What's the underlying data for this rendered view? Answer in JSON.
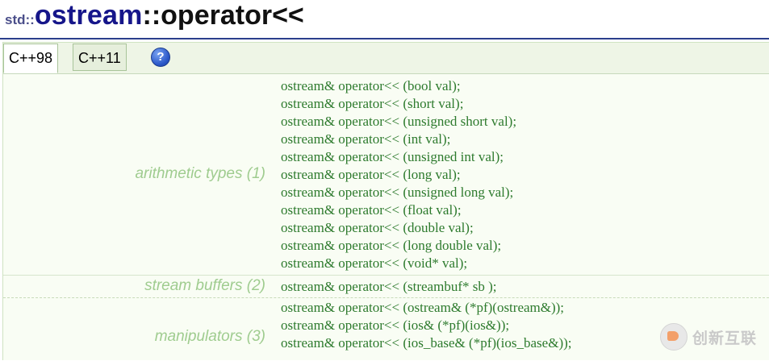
{
  "title": {
    "namespace": "std::",
    "class_name": "ostream",
    "member": "::operator<<"
  },
  "tabs": [
    {
      "label": "C++98",
      "active": true
    },
    {
      "label": "C++11",
      "active": false
    }
  ],
  "help_icon": {
    "glyph": "?",
    "icon": "help-icon"
  },
  "groups": [
    {
      "label": "arithmetic types (1)",
      "lines": [
        "ostream& operator<< (bool val);",
        "ostream& operator<< (short val);",
        "ostream& operator<< (unsigned short val);",
        "ostream& operator<< (int val);",
        "ostream& operator<< (unsigned int val);",
        "ostream& operator<< (long val);",
        "ostream& operator<< (unsigned long val);",
        "ostream& operator<< (float val);",
        "ostream& operator<< (double val);",
        "ostream& operator<< (long double val);",
        "ostream& operator<< (void* val);"
      ]
    },
    {
      "label": "stream buffers (2)",
      "lines": [
        "ostream& operator<< (streambuf* sb );"
      ]
    },
    {
      "label": "manipulators (3)",
      "lines": [
        "ostream& operator<< (ostream& (*pf)(ostream&));",
        "ostream& operator<< (ios& (*pf)(ios&));",
        "ostream& operator<< (ios_base& (*pf)(ios_base&));"
      ]
    }
  ],
  "watermark": {
    "text": "创新互联"
  },
  "colors": {
    "title_rule": "#2b3f8c",
    "code_text": "#2d7a2d",
    "group_label": "#9fcc8f",
    "panel_bg": "#f9fdf4"
  }
}
